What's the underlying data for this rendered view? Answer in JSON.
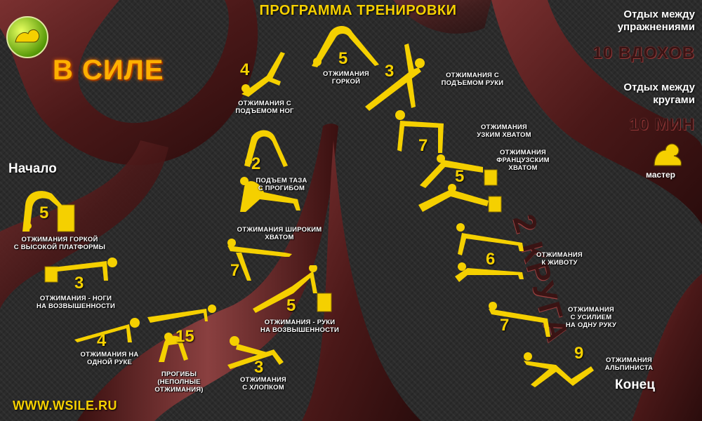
{
  "title": "ПРОГРАММА ТРЕНИРОВКИ",
  "brand": "В СИЛЕ",
  "start_label": "Начало",
  "end_label": "Конец",
  "website": "WWW.WSILE.RU",
  "rest_between_exercises": {
    "label": "Отдых между\nупражнениями",
    "value": "10 ВДОХОВ"
  },
  "rest_between_rounds": {
    "label": "Отдых между\nкругами",
    "value": "10 МИН"
  },
  "rounds": "2 КРУГА",
  "master_label": "мастер",
  "colors": {
    "accent": "#f5d000",
    "brand": "#ffb000",
    "dark_red": "#3a1414",
    "swirl": "#5a1f1f"
  },
  "exercises": [
    {
      "reps": "5",
      "caption": "ОТЖИМАНИЯ ГОРКОЙ\nС ВЫСОКОЙ ПЛАТФОРМЫ"
    },
    {
      "reps": "3",
      "caption": "ОТЖИМАНИЯ - НОГИ\nНА ВОЗВЫШЕННОСТИ"
    },
    {
      "reps": "4",
      "caption": "ОТЖИМАНИЯ НА\nОДНОЙ РУКЕ"
    },
    {
      "reps": "15",
      "caption": "ПРОГИБЫ\n(НЕПОЛНЫЕ\nОТЖИМАНИЯ)"
    },
    {
      "reps": "3",
      "caption": "ОТЖИМАНИЯ\nС ХЛОПКОМ"
    },
    {
      "reps": "5",
      "caption": "ОТЖИМАНИЯ - РУКИ\nНА ВОЗВЫШЕННОСТИ"
    },
    {
      "reps": "7",
      "caption": "ОТЖИМАНИЯ ШИРОКИМ\nХВАТОМ"
    },
    {
      "reps": "2",
      "caption": "ПОДЪЕМ ТАЗА\nС ПРОГИБОМ"
    },
    {
      "reps": "4",
      "caption": "ОТЖИМАНИЯ С\nПОДЪЕМОМ НОГ"
    },
    {
      "reps": "5",
      "caption": "ОТЖИМАНИЯ\nГОРКОЙ"
    },
    {
      "reps": "3",
      "caption": "ОТЖИМАНИЯ С\nПОДЪЕМОМ РУКИ"
    },
    {
      "reps": "7",
      "caption": "ОТЖИМАНИЯ\nУЗКИМ ХВАТОМ"
    },
    {
      "reps": "5",
      "caption": "ОТЖИМАНИЯ\nФРАНЦУЗСКИМ\nХВАТОМ"
    },
    {
      "reps": "6",
      "caption": "ОТЖИМАНИЯ\nК ЖИВОТУ"
    },
    {
      "reps": "7",
      "caption": "ОТЖИМАНИЯ\nС УСИЛИЕМ\nНА ОДНУ РУКУ"
    },
    {
      "reps": "9",
      "caption": "ОТЖИМАНИЯ\nАЛЬПИНИСТА"
    }
  ]
}
